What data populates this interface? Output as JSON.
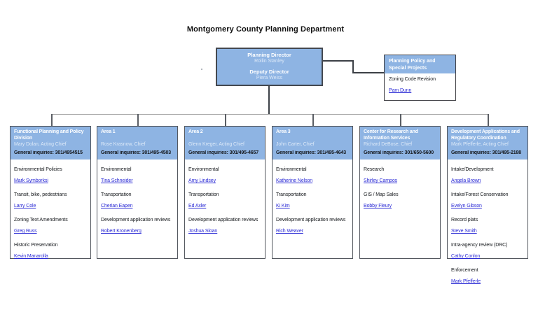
{
  "page_title": "Montgomery County Planning Department",
  "colors": {
    "header_blue": "#8EB4E3",
    "chief_text": "#DCE9F8",
    "link_blue": "#2B2BD5"
  },
  "director": {
    "role_1": "Planning Director",
    "name_1": "Rollin Stanley",
    "role_2": "Deputy Director",
    "name_2": "Piera Weiss"
  },
  "policy": {
    "title": "Planning Policy and Special Projects",
    "items": [
      {
        "label": "Zoning Code Revision",
        "name": "Pam Dunn"
      }
    ]
  },
  "divisions": [
    {
      "title": "Functional Planning and Policy Division",
      "chief": "Mary Dolan, Acting Chief",
      "inquiries": "General inquiries: 301/4954515",
      "items": [
        {
          "label": "Environmental Policies",
          "name": "Mark Symborksi"
        },
        {
          "label": "Transit, bike, pedestrians",
          "name": "Larry Cole"
        },
        {
          "label": "Zoning Text Amendments",
          "name": "Greg Russ"
        },
        {
          "label": "Historic Preservation",
          "name": "Kevin Manarolla"
        }
      ]
    },
    {
      "title": "Area 1",
      "chief": "Rose Krasnow, Chief",
      "inquiries": "General inquiries: 301/495-4503",
      "items": [
        {
          "label": "Environmental",
          "name": "Tina Schneider"
        },
        {
          "label": "Transportation",
          "name": "Cherian Eapen"
        },
        {
          "label": "Development application reviews",
          "name": "Robert Kronenberg"
        }
      ]
    },
    {
      "title": "Area 2",
      "chief": "Glenn Kreger, Acting Chief",
      "inquiries": "General inquiries: 301/495-4657",
      "items": [
        {
          "label": "Environmental",
          "name": "Amy Lindsey"
        },
        {
          "label": "Transportation",
          "name": "Ed Axler"
        },
        {
          "label": "Development application reviews",
          "name": "Joshua Sloan"
        }
      ]
    },
    {
      "title": "Area 3",
      "chief": "John Carter, Chief",
      "inquiries": "General inquiries: 301/495-4643",
      "items": [
        {
          "label": "Environmental",
          "name": "Katherine Nelson"
        },
        {
          "label": "Transportation",
          "name": "Ki Kim"
        },
        {
          "label": "Development application reviews",
          "name": "Rich Weaver"
        }
      ]
    },
    {
      "title": "Center for Research and Information Services",
      "chief": "Richard DeBose, Chief",
      "inquiries": "General inquiries: 301/650-5600",
      "items": [
        {
          "label": "Research",
          "name": "Shirley Campos"
        },
        {
          "label": "GIS / Map Sales",
          "name": "Bobby Fleury"
        }
      ]
    },
    {
      "title": "Development Applications and Regulatory Coordination",
      "chief": "Mark Pfefferle, Acting Chief",
      "inquiries": "General inquiries: 301/495-2188",
      "items": [
        {
          "label": "Intake/Development",
          "name": "Angela Brown"
        },
        {
          "label": "Intake/Forest Conservation",
          "name": "Evelyn Gibson"
        },
        {
          "label": "Record plats",
          "name": "Steve Smith"
        },
        {
          "label": "Intra-agency review (DRC)",
          "name": "Cathy Conlon"
        },
        {
          "label": "Enforcement",
          "name": "Mark Pfefferle"
        }
      ]
    }
  ],
  "layout": {
    "division_lefts": [
      14,
      138,
      263,
      388,
      513,
      638
    ],
    "stub_xs": [
      73,
      196,
      321,
      446,
      571,
      696
    ]
  }
}
